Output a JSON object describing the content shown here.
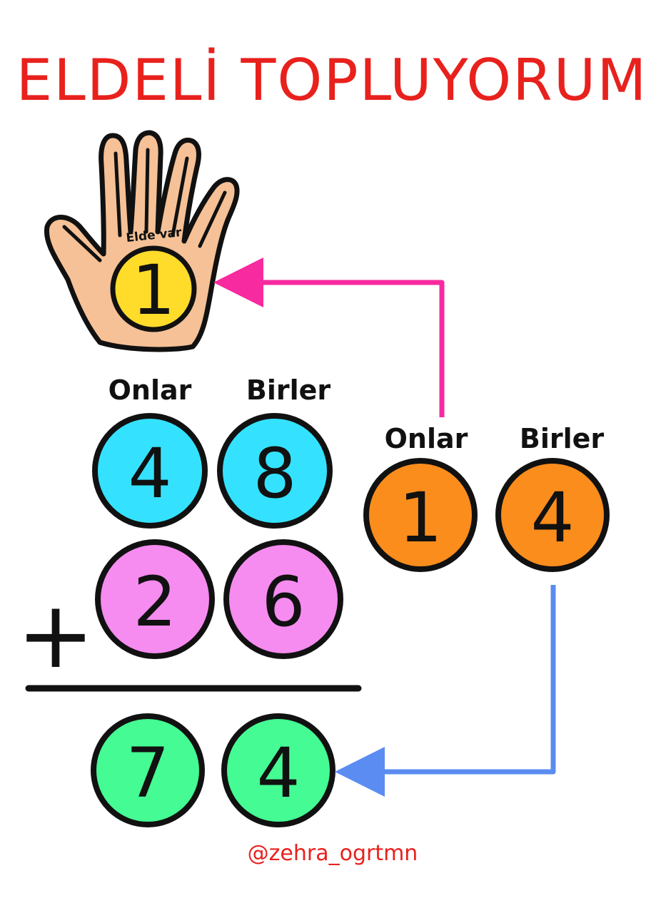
{
  "title": "ELDELİ TOPLUYORUM",
  "hand": {
    "label": "Elde var",
    "carry_digit": "1",
    "coin_color": "#ffdb2a",
    "skin_color": "#f6c196"
  },
  "problem": {
    "column_labels": {
      "tens": "Onlar",
      "ones": "Birler"
    },
    "operator": "+",
    "addend_1": {
      "tens": "4",
      "ones": "8",
      "color": "#34e2ff"
    },
    "addend_2": {
      "tens": "2",
      "ones": "6",
      "color": "#f68bf0"
    },
    "result": {
      "tens": "7",
      "ones": "4",
      "color": "#45fb93"
    }
  },
  "ones_sum": {
    "column_labels": {
      "tens": "Onlar",
      "ones": "Birler"
    },
    "tens": "1",
    "ones": "4",
    "color": "#fb8d1c"
  },
  "arrows": {
    "carry_color": "#f72a9f",
    "ones_color": "#5a8cf2"
  },
  "credit": "@zehra_ogrtmn"
}
